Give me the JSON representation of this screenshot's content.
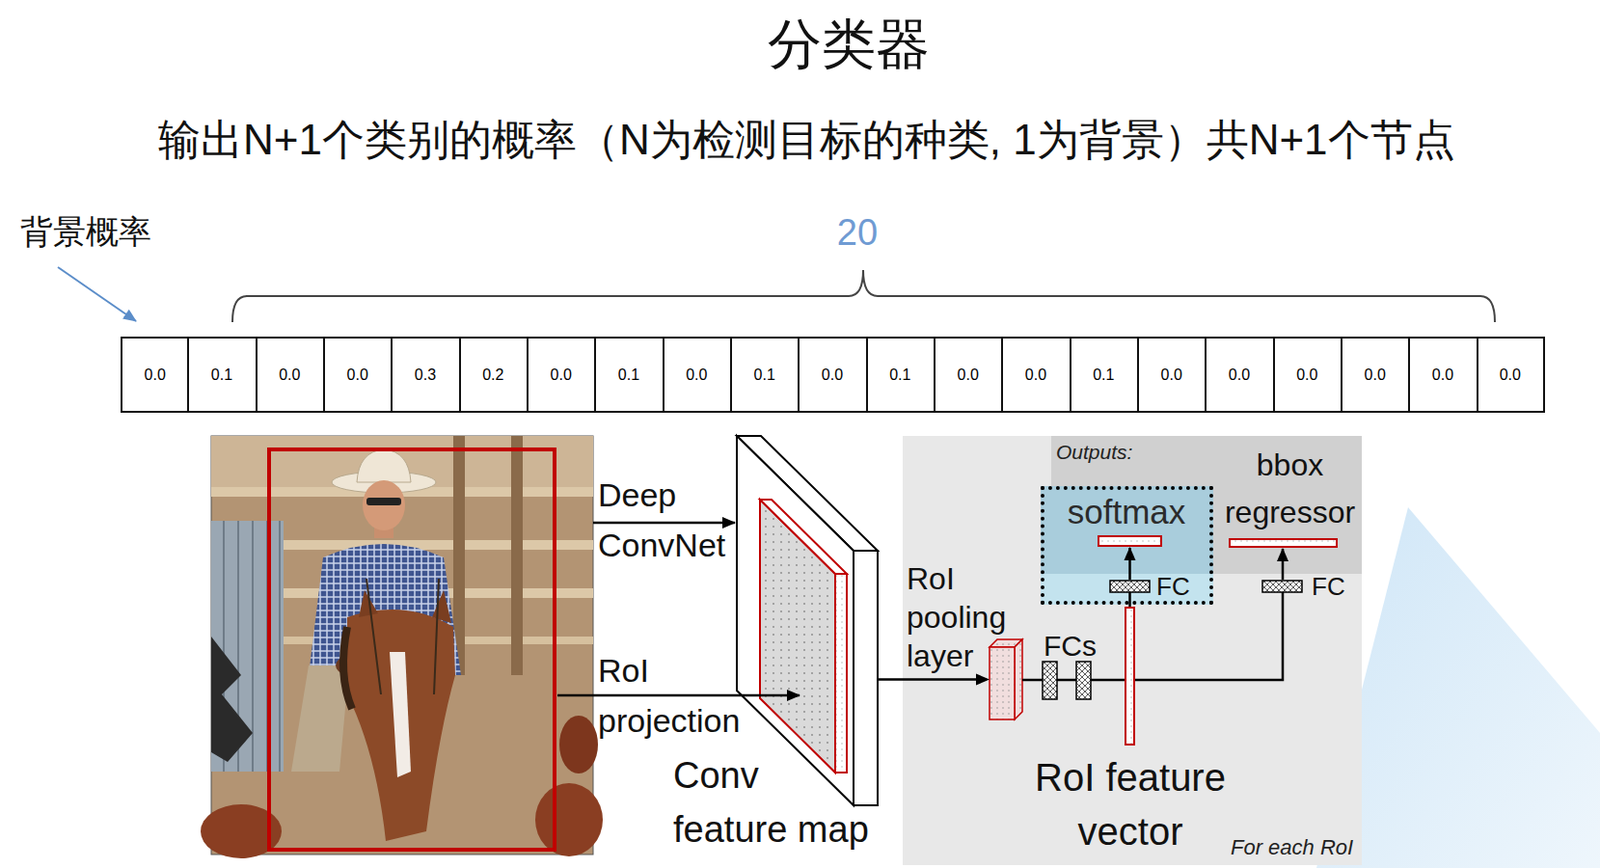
{
  "diagram": {
    "title": "分类器",
    "nodes": [
      {
        "text": [
          "Conv feature map"
        ]
      },
      {
        "text": [
          "RoI feature vector",
          "For each RoI"
        ]
      },
      {
        "text": [
          "RoI pooling layer"
        ],
        "in": 1
      },
      {
        "text": [
          "Outputs:",
          "bbox regressor"
        ],
        "in": 1
      },
      {
        "text": [
          "softmax",
          "FC"
        ],
        "in": 1
      }
    ],
    "edges": [
      {
        "from": 0,
        "to": 2,
        "arrow": "to"
      }
    ],
    "labels": [
      "输出N+1个类别的概率（N为检测目标的种类, 1为背景）共N+1个节点",
      "背景概率",
      "20",
      "0.0",
      "0.1",
      "0.0",
      "0.0",
      "0.3",
      "0.2",
      "0.0",
      "0.1",
      "0.0",
      "0.1",
      "0.0",
      "0.1",
      "0.0",
      "0.0",
      "0.1",
      "0.0",
      "0.0",
      "0.0",
      "0.0",
      "0.0",
      "0.0",
      "Deep ConvNet",
      "RoI projection",
      "FCs",
      "FC"
    ]
  }
}
